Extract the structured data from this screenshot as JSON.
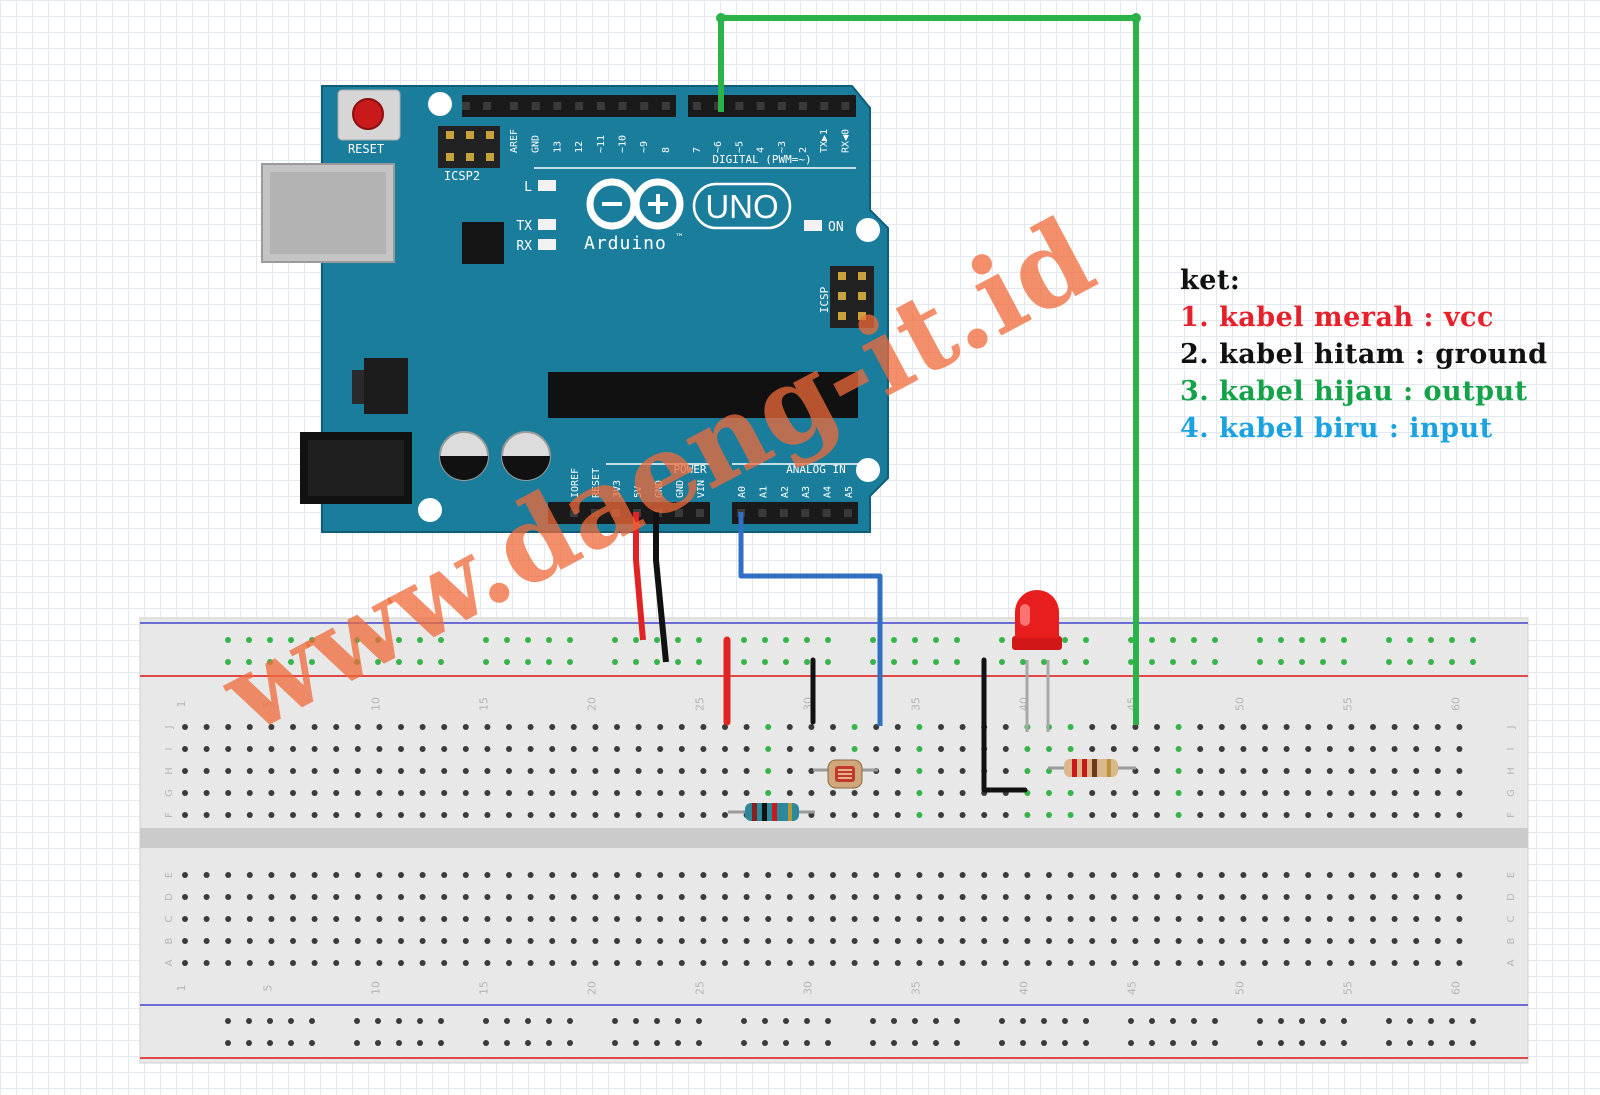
{
  "board": {
    "reset_label": "RESET",
    "icsp2_label": "ICSP2",
    "icsp_label": "ICSP",
    "brand": "Arduino",
    "trademark": "™",
    "model": "UNO",
    "led_l": "L",
    "led_tx": "TX",
    "led_rx": "RX",
    "led_on": "ON",
    "digital_label": "DIGITAL (PWM=~)",
    "digital_pins": [
      "AREF",
      "GND",
      "13",
      "12",
      "~11",
      "~10",
      "~9",
      "8",
      "7",
      "~6",
      "~5",
      "4",
      "~3",
      "2",
      "TX▶1",
      "RX◀0"
    ],
    "power_label": "POWER",
    "power_pins": [
      "IOREF",
      "RESET",
      "3V3",
      "5V",
      "GND",
      "GND",
      "VIN"
    ],
    "analog_label": "ANALOG IN",
    "analog_pins": [
      "A0",
      "A1",
      "A2",
      "A3",
      "A4",
      "A5"
    ]
  },
  "breadboard": {
    "column_numbers": [
      "1",
      "5",
      "10",
      "15",
      "20",
      "25",
      "30",
      "35",
      "40",
      "45",
      "50",
      "55",
      "60"
    ],
    "row_letters_top": [
      "J",
      "I",
      "H",
      "G",
      "F"
    ],
    "row_letters_bottom": [
      "E",
      "D",
      "C",
      "B",
      "A"
    ]
  },
  "watermark": "www.daeng-it.id",
  "legend": {
    "heading": "ket:",
    "items": [
      {
        "text": "1. kabel merah : vcc",
        "color": "#e8202a"
      },
      {
        "text": "2. kabel hitam : ground",
        "color": "#111111"
      },
      {
        "text": "3. kabel hijau : output",
        "color": "#15a34a"
      },
      {
        "text": "4. kabel biru : input",
        "color": "#1aa3e0"
      }
    ]
  },
  "wires": {
    "vcc": "#e02424",
    "ground": "#111111",
    "output": "#2bb34a",
    "input": "#2f6fc4"
  },
  "colors": {
    "board": "#1a7d9c",
    "board_dark": "#0e5e78",
    "breadboard": "#e8e8e8",
    "rail_red": "#e04848",
    "rail_blue": "#6c6cd6",
    "hole": "#3b3b3b",
    "hole_active": "#36b44a"
  }
}
